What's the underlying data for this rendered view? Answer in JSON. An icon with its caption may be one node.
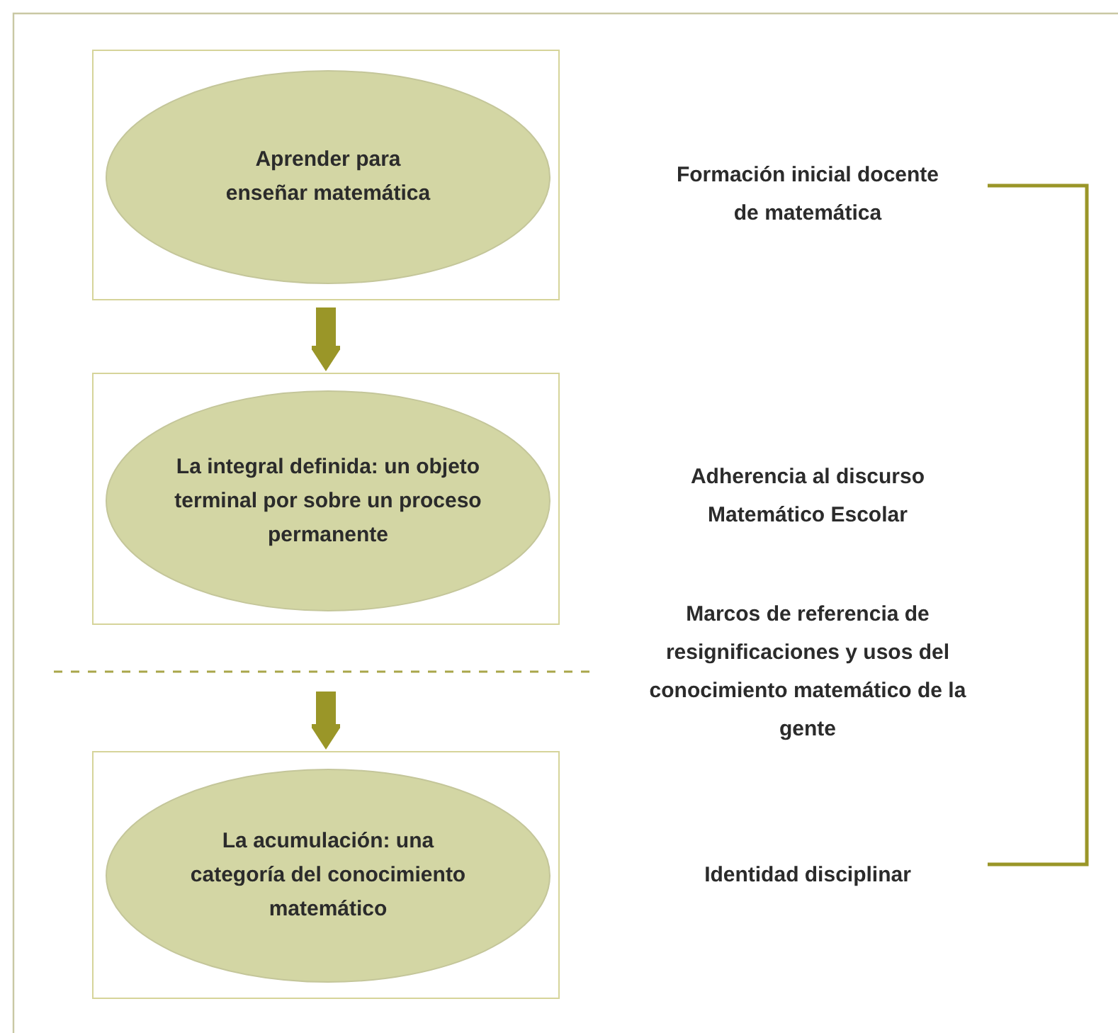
{
  "diagram": {
    "nodes": [
      {
        "text": [],
        "shape": "box"
      },
      {
        "text": [
          "Aprender para enseñar matemática"
        ],
        "in": 0
      },
      {
        "text": [],
        "shape": "box"
      },
      {
        "text": [
          "La integral definida: un objeto terminal por sobre un proceso permanente"
        ],
        "in": 2
      },
      {
        "text": [],
        "shape": "box"
      },
      {
        "text": [
          "La acumulación: una categoría del conocimiento matemático"
        ],
        "in": 4
      }
    ],
    "edges": [
      {
        "from": 0,
        "to": 2,
        "arrow": "to"
      },
      {
        "from": null,
        "to": 4,
        "arrow": "to"
      }
    ],
    "labels": [
      "Formación inicial docente de matemática",
      "Adherencia al discurso Matemático Escolar",
      "Marcos de referencia de resignificaciones y usos del conocimiento matemático de la gente",
      "Identidad disciplinar"
    ]
  }
}
